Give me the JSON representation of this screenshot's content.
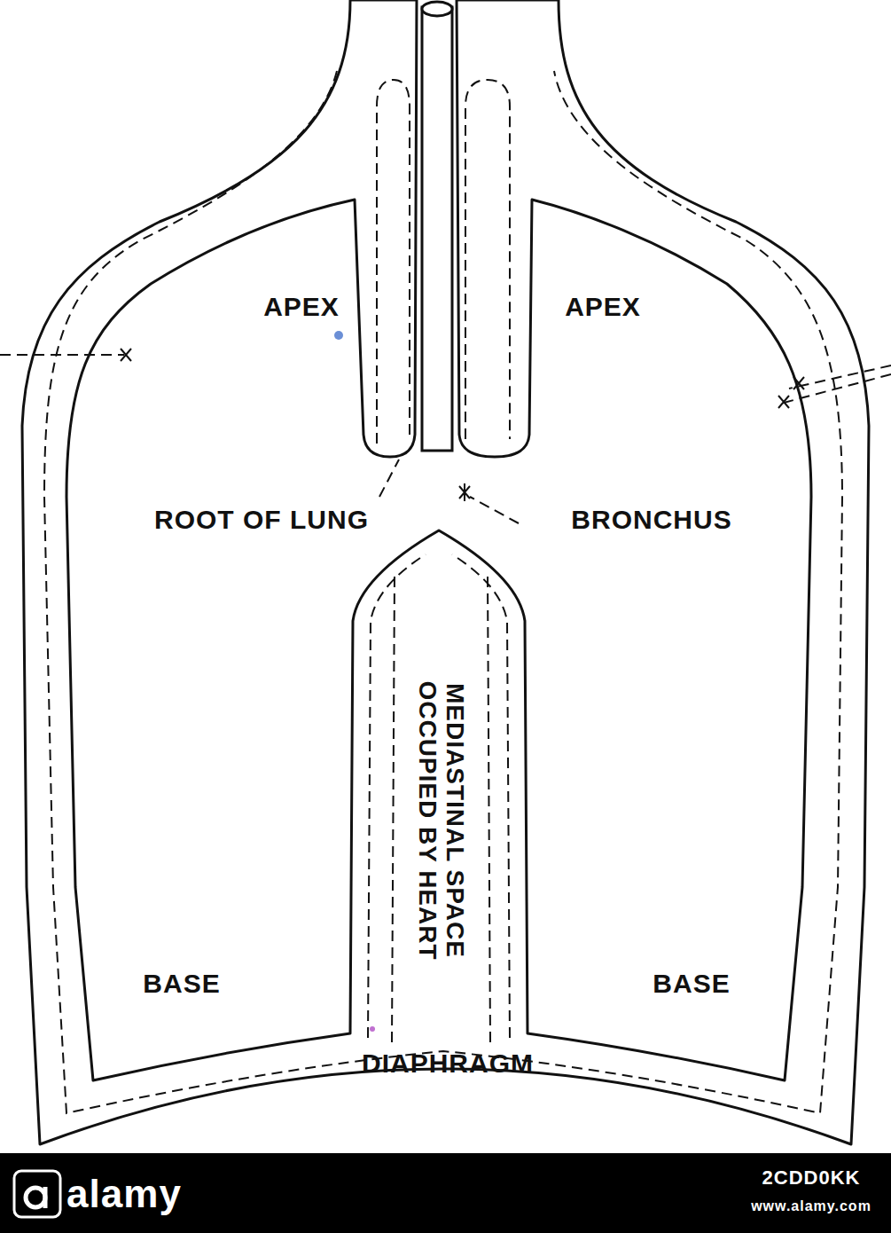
{
  "diagram": {
    "labels": [
      "APEX",
      "APEX",
      "ROOT OF LUNG",
      "BRONCHUS",
      "MEDIASTINAL SPACE OCCUPIED BY HEART",
      "BASE",
      "BASE",
      "DIAPHRAGM",
      "alamy",
      "2CDD0KK",
      "www.alamy.com"
    ]
  }
}
